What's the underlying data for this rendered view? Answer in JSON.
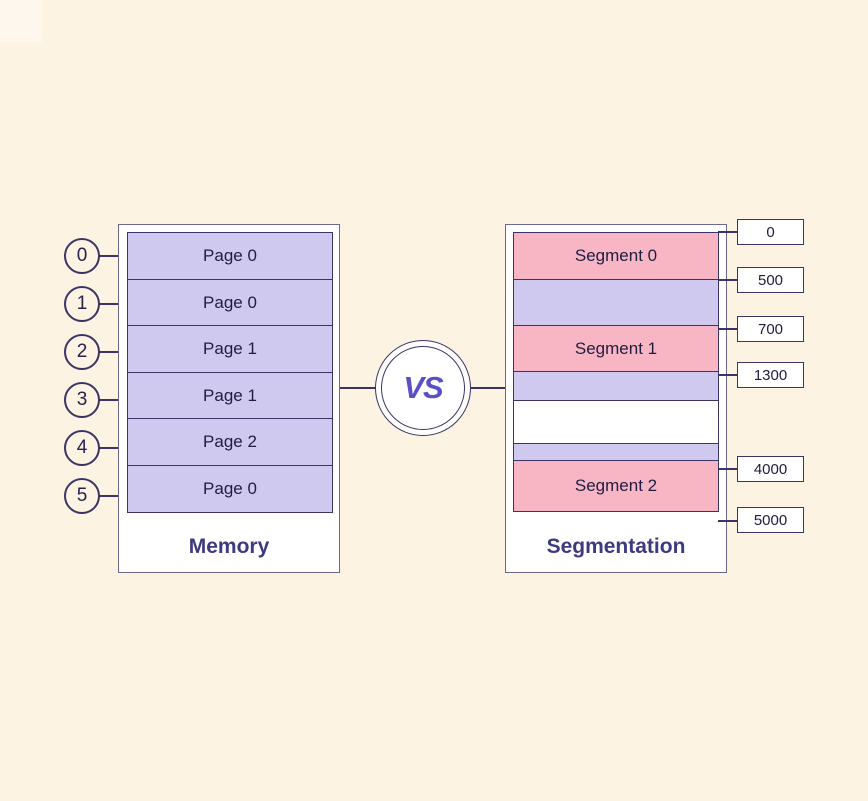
{
  "memory": {
    "title": "Memory",
    "frame_indices": [
      "0",
      "1",
      "2",
      "3",
      "4",
      "5"
    ],
    "rows": [
      {
        "label": "Page 0"
      },
      {
        "label": "Page 0"
      },
      {
        "label": "Page 1"
      },
      {
        "label": "Page 1"
      },
      {
        "label": "Page 2"
      },
      {
        "label": "Page 0"
      }
    ]
  },
  "vs": {
    "label": "VS"
  },
  "segmentation": {
    "title": "Segmentation",
    "rows": [
      {
        "label": "Segment 0",
        "type": "pink"
      },
      {
        "label": "",
        "type": "lavender"
      },
      {
        "label": "Segment 1",
        "type": "pink"
      },
      {
        "label": "",
        "type": "lavender"
      },
      {
        "label": "",
        "type": "white"
      },
      {
        "label": "",
        "type": "lavender"
      },
      {
        "label": "Segment 2",
        "type": "pink"
      }
    ],
    "addresses": [
      "0",
      "500",
      "700",
      "1300",
      "4000",
      "5000"
    ]
  },
  "colors": {
    "background": "#fdf3e3",
    "row_border": "#3a3565",
    "outer_box_border": "#6b678d",
    "lavender_fill": "#cfc9f0",
    "pink_fill": "#f8b6c5",
    "row_text": "#1f1c40",
    "title_text": "#3d3a80",
    "vs_text": "#5a50c5"
  }
}
